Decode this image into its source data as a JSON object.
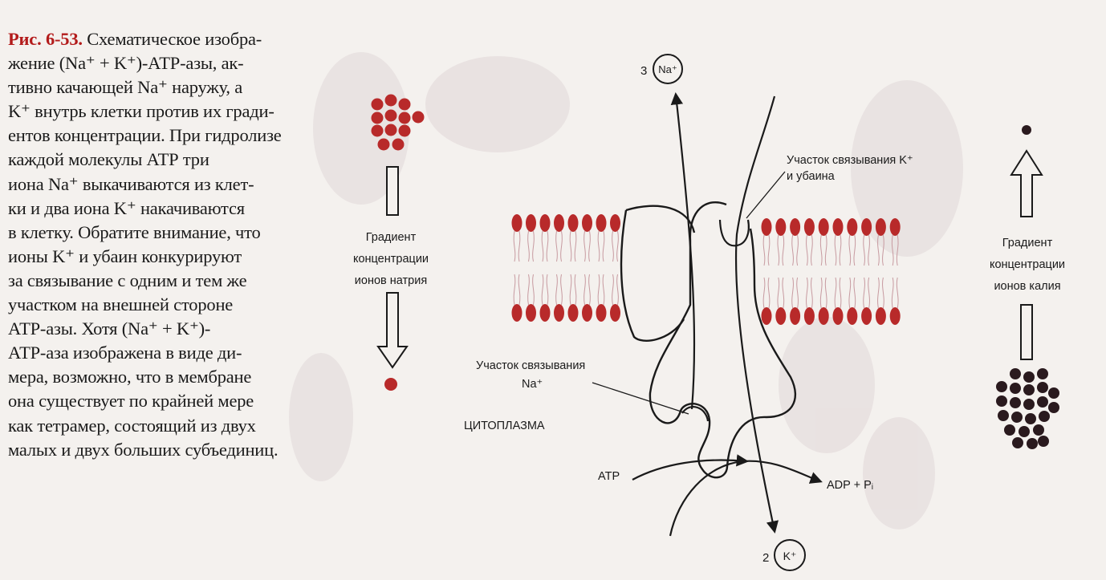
{
  "caption": {
    "figure_number": "Рис. 6-53.",
    "lines": [
      "Схематическое изобра-",
      "жение (Na⁺ + K⁺)-АТР-азы, ак-",
      "тивно качающей Na⁺ наружу, а",
      "K⁺ внутрь клетки против их гради-",
      "ентов концентрации. При гидролизе",
      "каждой молекулы АТР три",
      "иона Na⁺ выкачиваются из клет-",
      "ки и два иона K⁺ накачиваются",
      "в клетку. Обратите внимание, что",
      "ионы K⁺ и убаин конкурируют",
      "за связывание с одним и тем же",
      "участком на внешней стороне",
      "АТР-азы. Хотя (Na⁺ + K⁺)-",
      "АТР-аза изображена в виде ди-",
      "мера, возможно, что в мембране",
      "она существует по крайней мере",
      "как тетрамер, состоящий из двух",
      "малых и двух больших субъединиц."
    ]
  },
  "diagram": {
    "na_top": {
      "count": "3",
      "ion": "Na⁺"
    },
    "k_bottom": {
      "count": "2",
      "ion": "K⁺"
    },
    "na_gradient_label": [
      "Градиент",
      "концентрации",
      "ионов натрия"
    ],
    "k_gradient_label": [
      "Градиент",
      "концентрации",
      "ионов калия"
    ],
    "k_site_label": [
      "Участок связывания K⁺",
      "и убаина"
    ],
    "na_site_label": [
      "Участок связывания",
      "Na⁺"
    ],
    "cytoplasm_label": "ЦИТОПЛАЗМА",
    "atp_label": "ATP",
    "adp_label": "ADP + Pᵢ"
  },
  "colors": {
    "lipid_head": "#b82a2a",
    "na_ion": "#b82a2a",
    "k_ion": "#2a1a1e",
    "figure_number": "#b31b1b",
    "ink": "#1a1a1a"
  }
}
